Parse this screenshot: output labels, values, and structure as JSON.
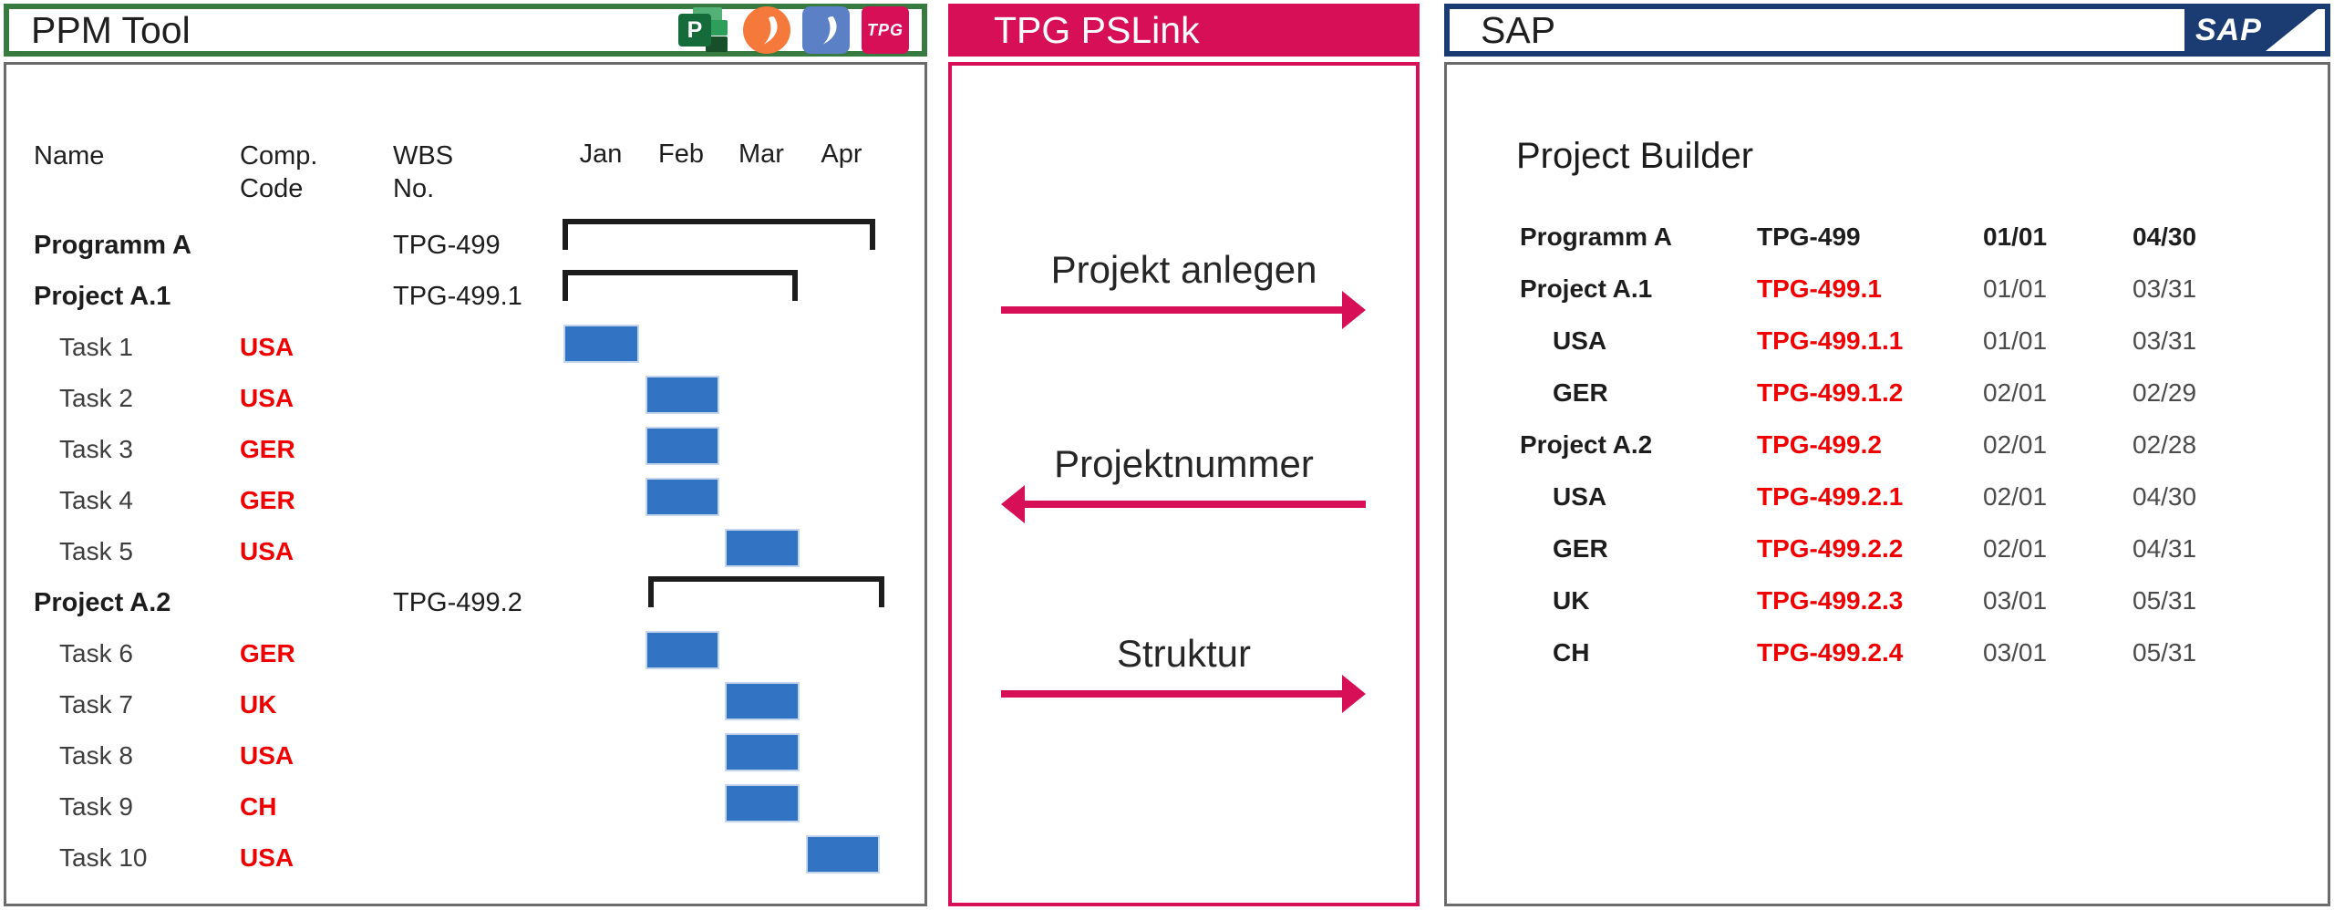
{
  "colors": {
    "ppm_green": "#377B40",
    "pslink_pink": "#D60F56",
    "sap_navy": "#1B3C72",
    "gantt_bar_blue": "#3273C4",
    "highlight_red": "#F00000",
    "panel_border_gray": "#6B6B6B"
  },
  "ppm": {
    "title": "PPM Tool",
    "icons": [
      {
        "name": "ms-project-icon",
        "letter": "P"
      },
      {
        "name": "orange-swoosh-icon"
      },
      {
        "name": "blue-swoosh-icon"
      },
      {
        "name": "tpg-icon",
        "label": "TPG"
      }
    ],
    "table": {
      "col_name": "Name",
      "col_comp_line1": "Comp.",
      "col_comp_line2": "Code",
      "col_wbs_line1": "WBS",
      "col_wbs_line2": "No.",
      "months": [
        "Jan",
        "Feb",
        "Mar",
        "Apr"
      ],
      "rows": [
        {
          "name": "Programm A",
          "level": "program",
          "comp": "",
          "wbs": "TPG-499",
          "gantt": {
            "kind": "bracket",
            "start": 0.02,
            "end": 3.92
          }
        },
        {
          "name": "Project A.1",
          "level": "project",
          "comp": "",
          "wbs": "TPG-499.1",
          "gantt": {
            "kind": "bracket",
            "start": 0.02,
            "end": 2.95
          }
        },
        {
          "name": "Task 1",
          "level": "task",
          "comp": "USA",
          "wbs": "",
          "gantt": {
            "kind": "bar",
            "start": 0.03,
            "end": 0.98
          }
        },
        {
          "name": "Task 2",
          "level": "task",
          "comp": "USA",
          "wbs": "",
          "gantt": {
            "kind": "bar",
            "start": 1.06,
            "end": 1.98
          }
        },
        {
          "name": "Task 3",
          "level": "task",
          "comp": "GER",
          "wbs": "",
          "gantt": {
            "kind": "bar",
            "start": 1.06,
            "end": 1.98
          }
        },
        {
          "name": "Task 4",
          "level": "task",
          "comp": "GER",
          "wbs": "",
          "gantt": {
            "kind": "bar",
            "start": 1.06,
            "end": 1.98
          }
        },
        {
          "name": "Task 5",
          "level": "task",
          "comp": "USA",
          "wbs": "",
          "gantt": {
            "kind": "bar",
            "start": 2.05,
            "end": 2.98
          }
        },
        {
          "name": "Project A.2",
          "level": "project",
          "comp": "",
          "wbs": "TPG-499.2",
          "gantt": {
            "kind": "bracket",
            "start": 1.09,
            "end": 4.03
          }
        },
        {
          "name": "Task 6",
          "level": "task",
          "comp": "GER",
          "wbs": "",
          "gantt": {
            "kind": "bar",
            "start": 1.06,
            "end": 1.98
          }
        },
        {
          "name": "Task 7",
          "level": "task",
          "comp": "UK",
          "wbs": "",
          "gantt": {
            "kind": "bar",
            "start": 2.05,
            "end": 2.98
          }
        },
        {
          "name": "Task 8",
          "level": "task",
          "comp": "USA",
          "wbs": "",
          "gantt": {
            "kind": "bar",
            "start": 2.05,
            "end": 2.98
          }
        },
        {
          "name": "Task 9",
          "level": "task",
          "comp": "CH",
          "wbs": "",
          "gantt": {
            "kind": "bar",
            "start": 2.05,
            "end": 2.98
          }
        },
        {
          "name": "Task 10",
          "level": "task",
          "comp": "USA",
          "wbs": "",
          "gantt": {
            "kind": "bar",
            "start": 3.06,
            "end": 3.98
          }
        }
      ]
    }
  },
  "pslink": {
    "title": "TPG PSLink",
    "flows": [
      {
        "label": "Projekt anlegen",
        "direction": "right"
      },
      {
        "label": "Projektnummer",
        "direction": "left"
      },
      {
        "label": "Struktur",
        "direction": "right"
      }
    ]
  },
  "sap": {
    "title": "SAP",
    "logo_text": "SAP",
    "screen_title": "Project Builder",
    "rows": [
      {
        "name": "Programm A",
        "level": "program",
        "code": "TPG-499",
        "start": "01/01",
        "end": "04/30"
      },
      {
        "name": "Project A.1",
        "level": "project",
        "code": "TPG-499.1",
        "start": "01/01",
        "end": "03/31"
      },
      {
        "name": "USA",
        "level": "country",
        "code": "TPG-499.1.1",
        "start": "01/01",
        "end": "03/31"
      },
      {
        "name": "GER",
        "level": "country",
        "code": "TPG-499.1.2",
        "start": "02/01",
        "end": "02/29"
      },
      {
        "name": "Project A.2",
        "level": "project",
        "code": "TPG-499.2",
        "start": "02/01",
        "end": "02/28"
      },
      {
        "name": "USA",
        "level": "country",
        "code": "TPG-499.2.1",
        "start": "02/01",
        "end": "04/30"
      },
      {
        "name": "GER",
        "level": "country",
        "code": "TPG-499.2.2",
        "start": "02/01",
        "end": "04/31"
      },
      {
        "name": "UK",
        "level": "country",
        "code": "TPG-499.2.3",
        "start": "03/01",
        "end": "05/31"
      },
      {
        "name": "CH",
        "level": "country",
        "code": "TPG-499.2.4",
        "start": "03/01",
        "end": "05/31"
      }
    ]
  }
}
